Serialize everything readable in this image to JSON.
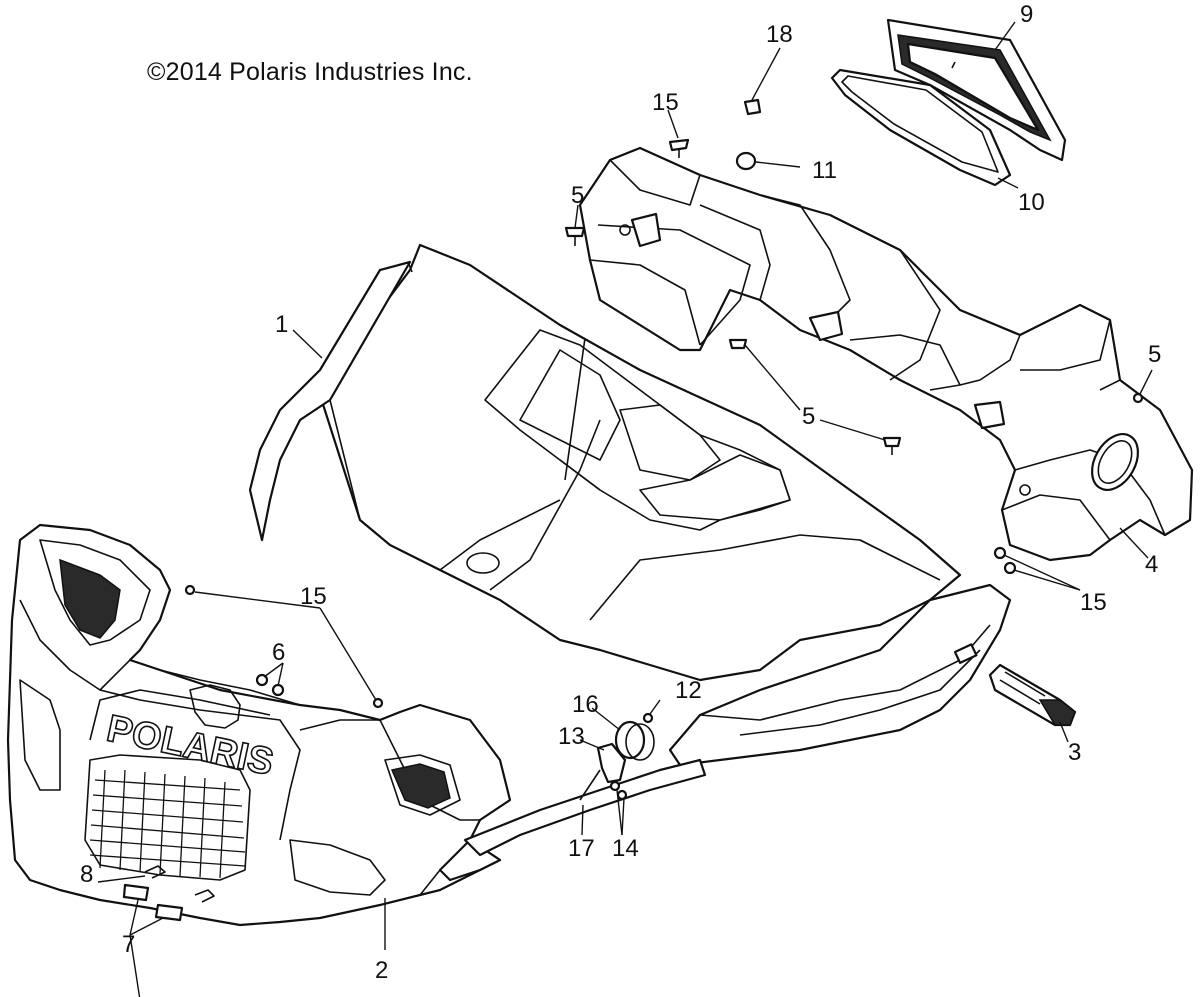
{
  "copyright": "©2014 Polaris Industries Inc.",
  "brand_logo": "POLARIS",
  "callouts": {
    "c1": "1",
    "c2": "2",
    "c3": "3",
    "c4": "4",
    "c5a": "5",
    "c5b": "5",
    "c5c": "5",
    "c6": "6",
    "c7": "7",
    "c8": "8",
    "c9": "9",
    "c10": "10",
    "c11": "11",
    "c12": "12",
    "c13": "13",
    "c14": "14",
    "c15a": "15",
    "c15b": "15",
    "c15c": "15",
    "c16": "16",
    "c17": "17",
    "c18": "18"
  }
}
